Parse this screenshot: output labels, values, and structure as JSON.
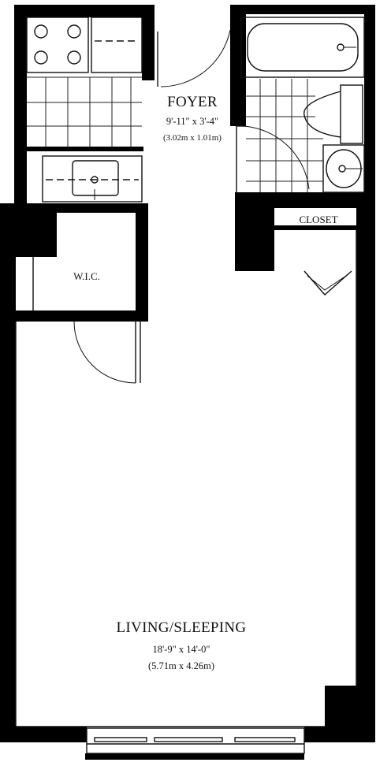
{
  "rooms": {
    "foyer": {
      "name": "FOYER",
      "dim_imperial": "9'-11\" x 3'-4\"",
      "dim_metric": "(3.02m x 1.01m)"
    },
    "wic": {
      "name": "W.I.C."
    },
    "closet": {
      "name": "CLOSET"
    },
    "living": {
      "name": "LIVING/SLEEPING",
      "dim_imperial": "18'-9\" x 14'-0\"",
      "dim_metric": "(5.71m x 4.26m)"
    }
  },
  "icons": {
    "stove": "stove-icon",
    "sink": "sink-icon",
    "bathtub": "bathtub-icon",
    "toilet": "toilet-icon",
    "window": "window-icon"
  }
}
